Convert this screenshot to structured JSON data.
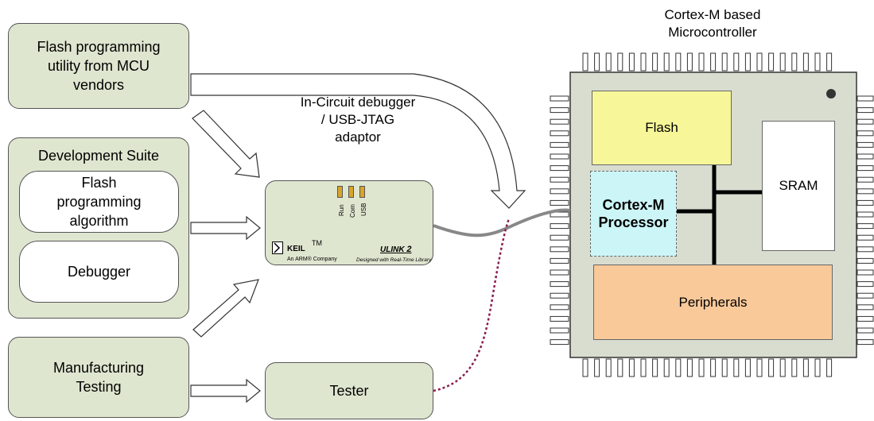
{
  "left": {
    "flash_utility": "Flash programming utility from MCU vendors",
    "dev_suite": {
      "title": "Development Suite",
      "flash_algo": "Flash programming algorithm",
      "debugger": "Debugger"
    },
    "manufacturing": "Manufacturing Testing"
  },
  "adaptor": {
    "label": "In-Circuit debugger / USB-JTAG adaptor",
    "leds": [
      "Run",
      "Com",
      "USB"
    ],
    "brand": "KEIL",
    "tm": "TM",
    "company": "An ARM® Company",
    "product": "ULINK",
    "product_num": "2",
    "tagline": "Designed with Real-Time Library"
  },
  "tester": "Tester",
  "mcu": {
    "label": "Cortex-M based Microcontroller",
    "flash": "Flash",
    "sram": "SRAM",
    "processor": "Cortex-M Processor",
    "peripherals": "Peripherals"
  },
  "colors": {
    "box_fill": "#dfe6d0",
    "chip_fill": "#d9ddd0",
    "flash_fill": "#f7f79a",
    "processor_fill": "#ccf5f7",
    "peripherals_fill": "#f9c99a",
    "cable": "#888888",
    "dotted_link": "#8b1c4f"
  }
}
